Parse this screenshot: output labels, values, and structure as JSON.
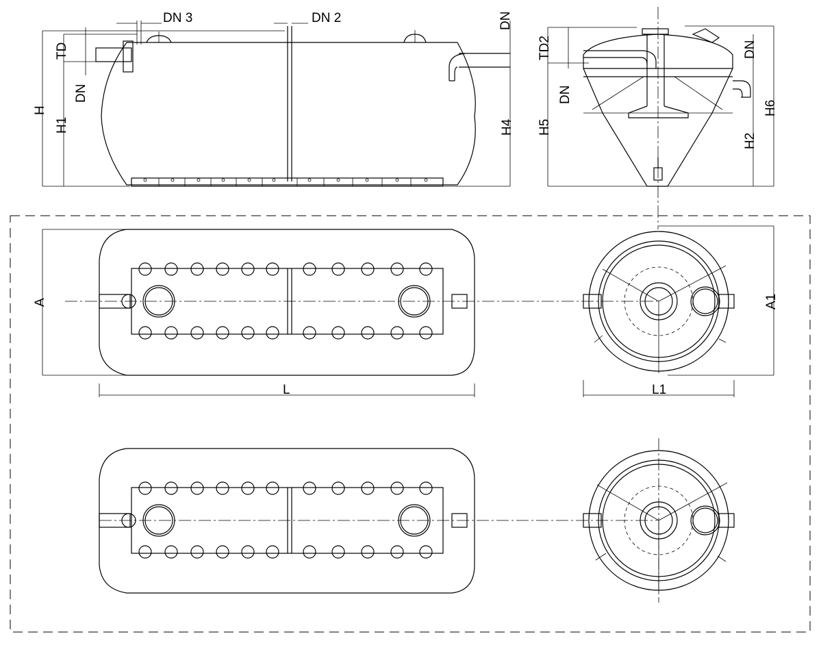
{
  "labels": {
    "dn3": "DN 3",
    "dn2": "DN 2",
    "dn_top": "DN",
    "td": "TD",
    "dn_left": "DN",
    "h": "H",
    "h1": "H1",
    "h4": "H4",
    "td2": "TD2",
    "dn_side": "DN",
    "dn_side_right": "DN",
    "h5": "H5",
    "h6": "H6",
    "h2": "H2",
    "a": "A",
    "a1": "A1",
    "l": "L",
    "l1": "L1"
  },
  "colors": {
    "line": "#000000",
    "background": "#ffffff"
  }
}
